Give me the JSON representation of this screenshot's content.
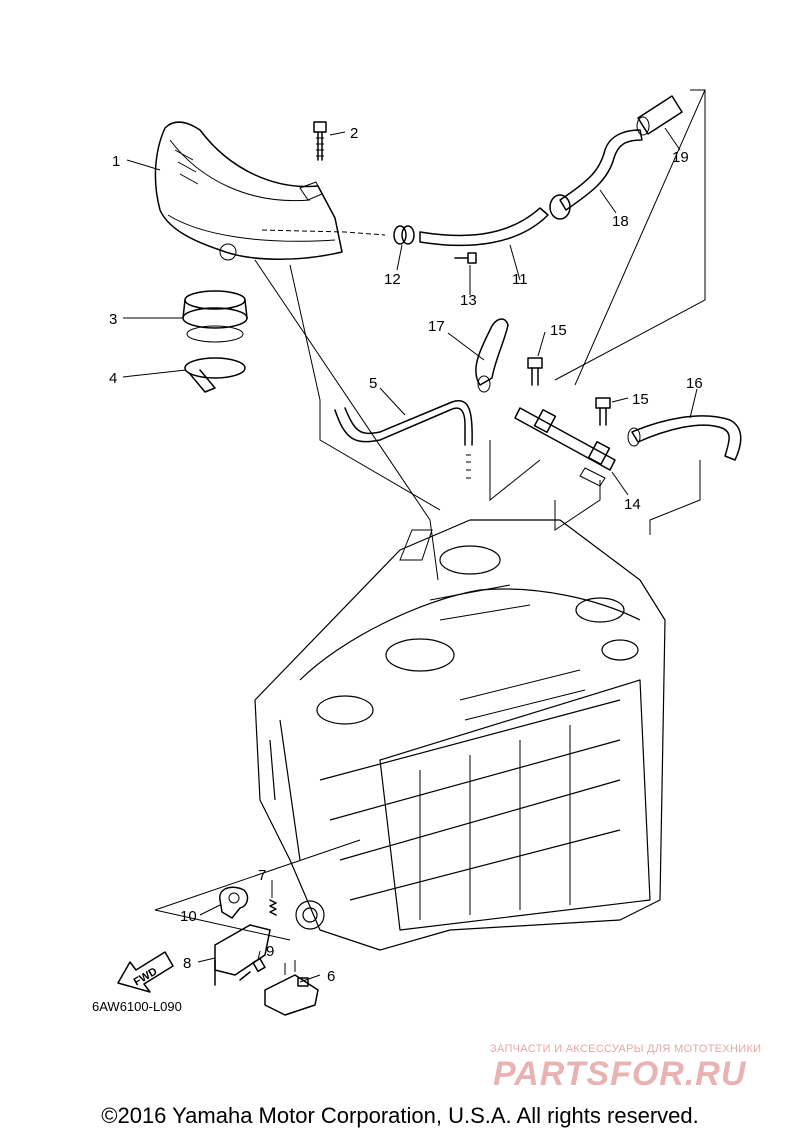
{
  "callouts": {
    "c1": "1",
    "c2": "2",
    "c3": "3",
    "c4": "4",
    "c5": "5",
    "c6": "6",
    "c7": "7",
    "c8": "8",
    "c9": "9",
    "c10": "10",
    "c11": "11",
    "c12": "12",
    "c13": "13",
    "c14": "14",
    "c15a": "15",
    "c15b": "15",
    "c16": "16",
    "c17": "17",
    "c18": "18",
    "c19": "19"
  },
  "fwd_label": "FWD",
  "figure_code": "6AW6100-L090",
  "watermark": {
    "subtitle": "ЗАПЧАСТИ И АКСЕССУАРЫ ДЛЯ МОТОТЕХНИКИ",
    "logo": "PARTSFOR.RU"
  },
  "copyright": "©2016 Yamaha Motor Corporation, U.S.A. All rights reserved."
}
